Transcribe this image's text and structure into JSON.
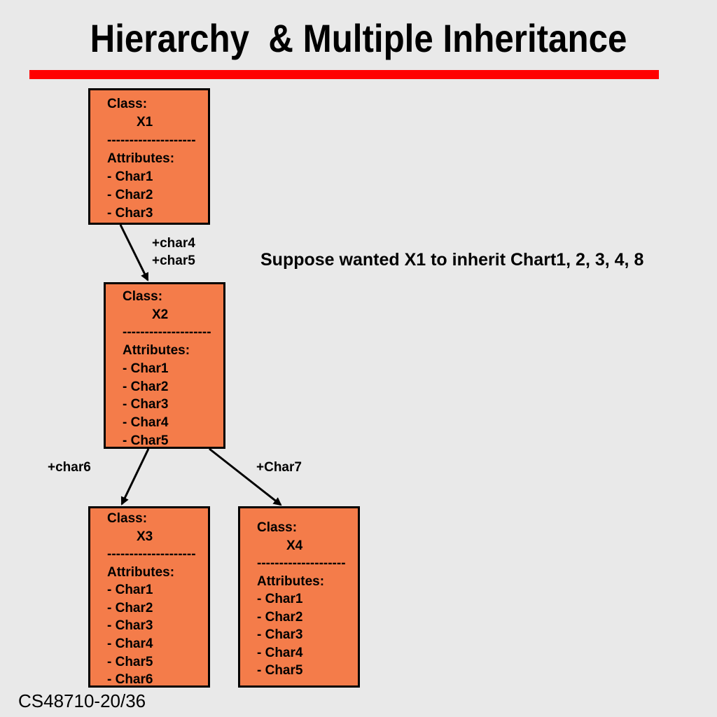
{
  "title": "Hierarchy  & Multiple Inheritance",
  "note": "Suppose wanted X1 to inherit Chart1, 2, 3, 4, 8",
  "footer": "CS48710-20/36",
  "colors": {
    "box_fill": "#f47c4a",
    "rule": "#ff0000",
    "background": "#e9e9e9"
  },
  "classes": [
    {
      "class_label": "Class:",
      "name": "X1",
      "separator": "--------------------",
      "attr_label": "Attributes:",
      "attributes": [
        "- Char1",
        "- Char2",
        "- Char3"
      ]
    },
    {
      "class_label": "Class:",
      "name": "X2",
      "separator": "--------------------",
      "attr_label": "Attributes:",
      "attributes": [
        "- Char1",
        "- Char2",
        "- Char3",
        "- Char4",
        "- Char5"
      ]
    },
    {
      "class_label": "Class:",
      "name": "X3",
      "separator": "--------------------",
      "attr_label": "Attributes:",
      "attributes": [
        "- Char1",
        "- Char2",
        "- Char3",
        "- Char4",
        "- Char5",
        "- Char6"
      ]
    },
    {
      "class_label": "Class:",
      "name": "X4",
      "separator": "--------------------",
      "attr_label": "Attributes:",
      "attributes": [
        "- Char1",
        "- Char2",
        "- Char3",
        "- Char4",
        "- Char5"
      ]
    }
  ],
  "edges": [
    {
      "from": "X1",
      "to": "X2",
      "label": "+char4\n+char5"
    },
    {
      "from": "X2",
      "to": "X3",
      "label": "+char6"
    },
    {
      "from": "X2",
      "to": "X4",
      "label": "+Char7"
    }
  ]
}
